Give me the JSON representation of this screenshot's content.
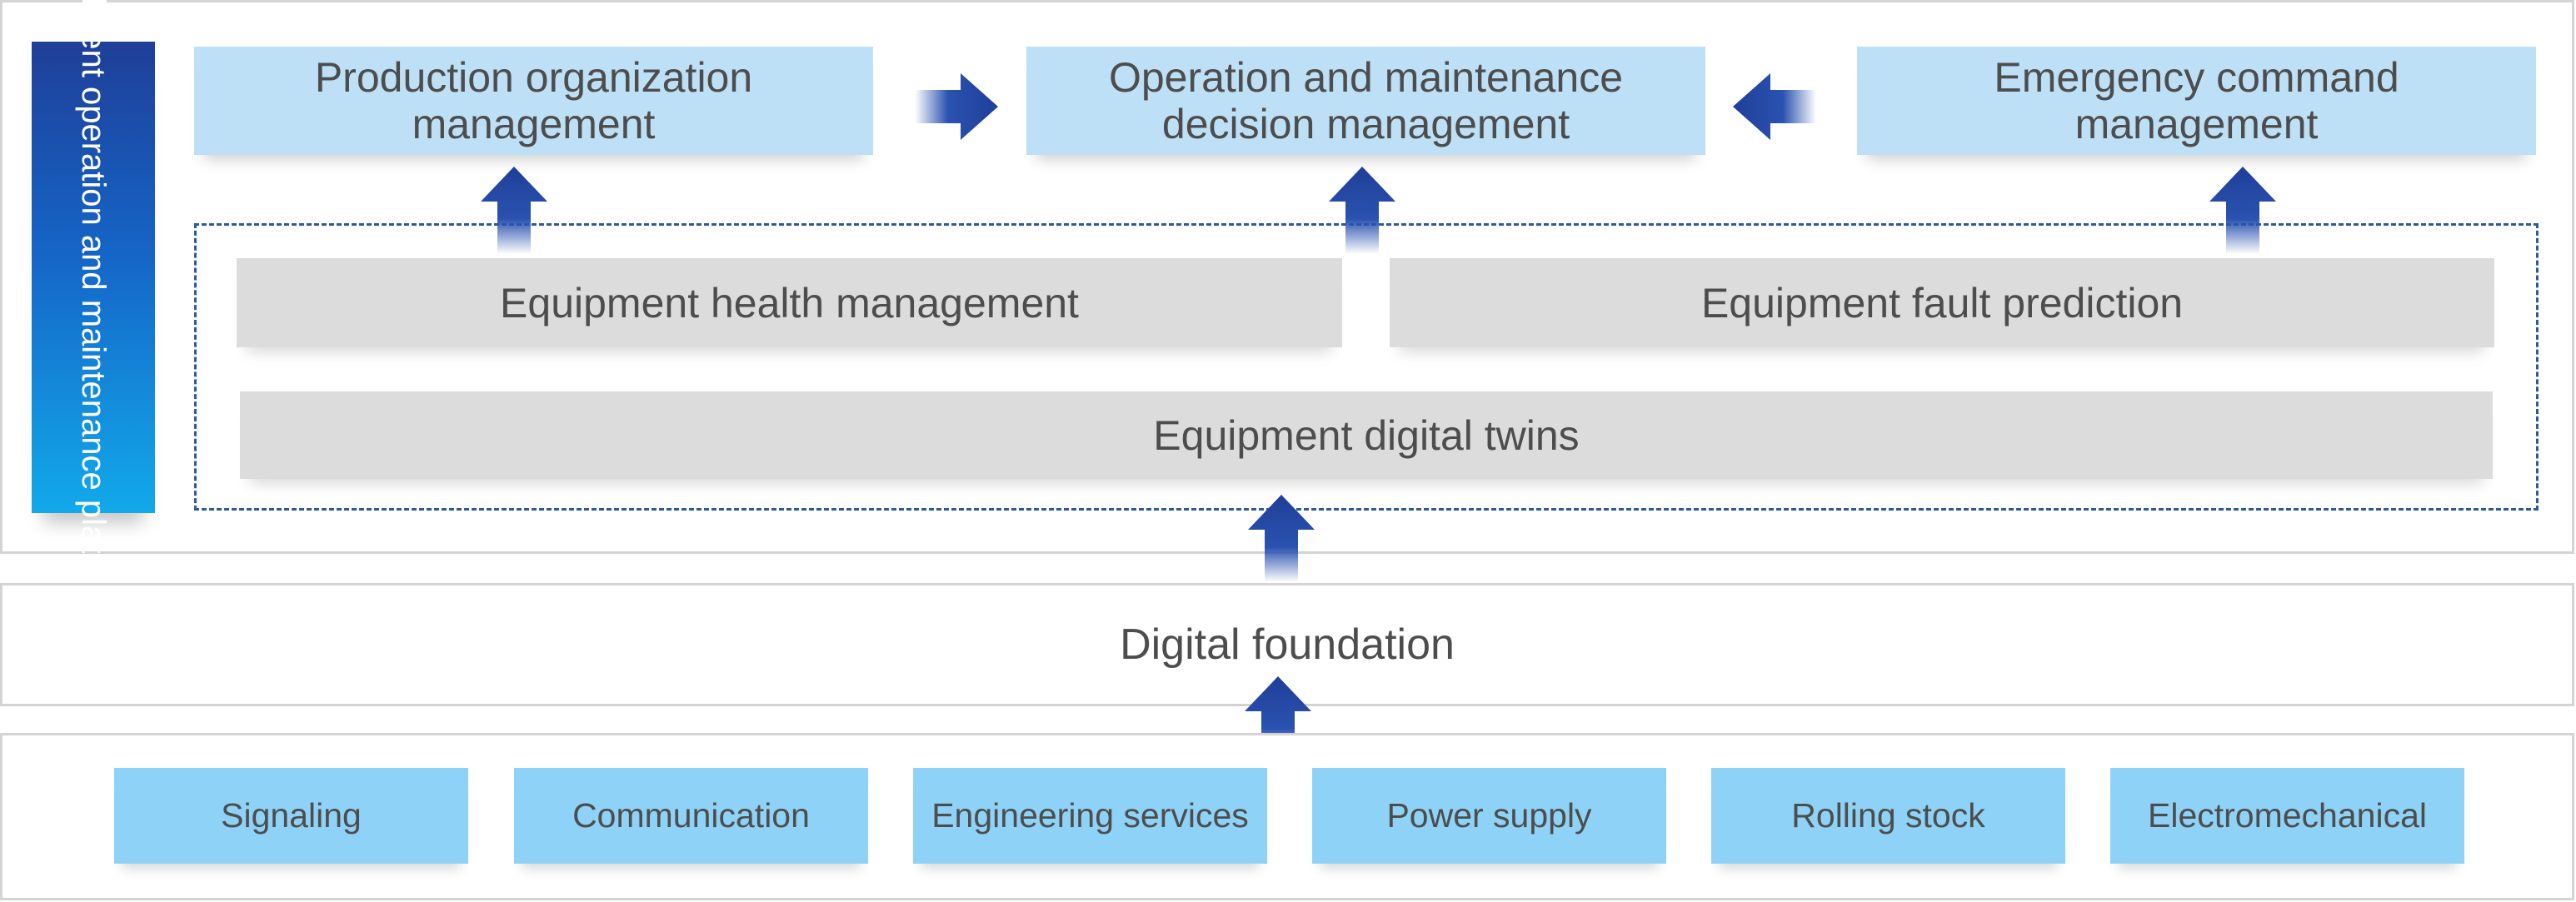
{
  "platform_label": "Intelligent operation and maintenance platform",
  "top_row": {
    "left": "Production organization management",
    "center": "Operation and maintenance decision management",
    "right": "Emergency command management"
  },
  "middle": {
    "health": "Equipment health management",
    "fault": "Equipment fault prediction",
    "twins": "Equipment digital twins"
  },
  "foundation": "Digital foundation",
  "subsystems": [
    "Signaling",
    "Communication",
    "Engineering services",
    "Power supply",
    "Rolling stock",
    "Electromechanical"
  ],
  "colors": {
    "top_box_fill": "#bde0f6",
    "gray_box_fill": "#dcdcdc",
    "subsystem_fill": "#8ed3f7",
    "arrow_fill": "#1f3f98",
    "dashed_border": "#2f5a9a"
  }
}
